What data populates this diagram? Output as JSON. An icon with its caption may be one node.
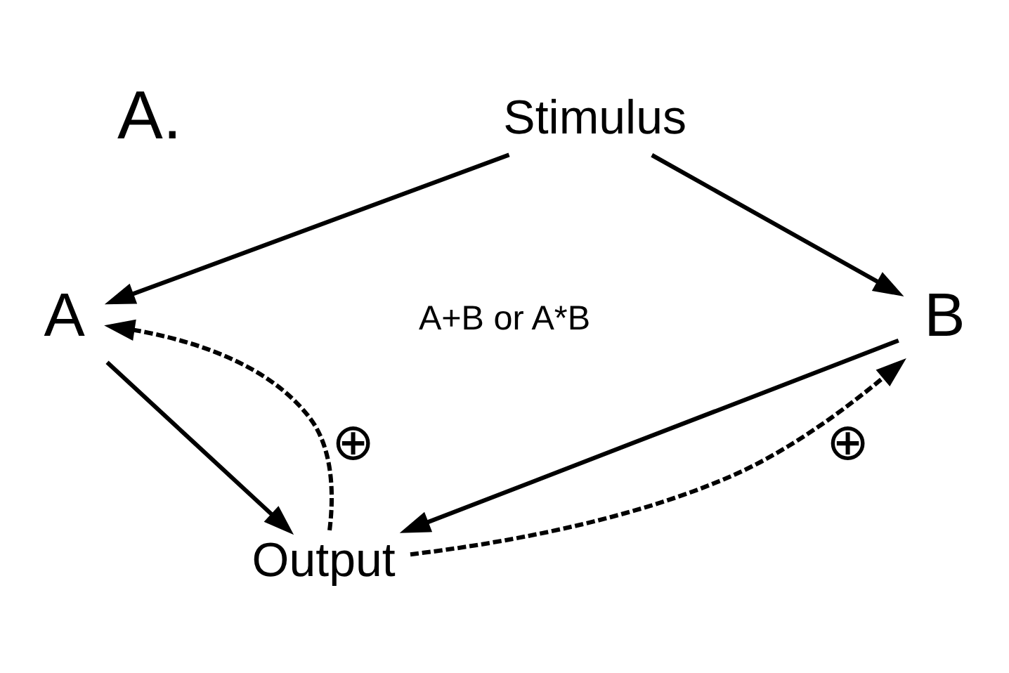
{
  "diagram": {
    "nodes": [
      {
        "text": [
          "Stimulus"
        ]
      },
      {
        "text": [
          "A"
        ]
      },
      {
        "text": [
          "B"
        ]
      },
      {
        "text": [
          "Output"
        ]
      }
    ],
    "edges": [
      {
        "from": 0,
        "to": 1,
        "arrow": "to"
      },
      {
        "from": 0,
        "to": 2,
        "arrow": "to"
      },
      {
        "from": 1,
        "to": 3,
        "arrow": "to"
      },
      {
        "from": 2,
        "to": 3,
        "arrow": "to"
      },
      {
        "from": 3,
        "to": 1,
        "arrow": "to",
        "style": "dashed",
        "label": "⊕"
      },
      {
        "from": 3,
        "to": 2,
        "arrow": "to",
        "style": "dashed",
        "label": "⊕"
      }
    ],
    "labels": [
      "A.",
      "A+B or A*B"
    ]
  }
}
